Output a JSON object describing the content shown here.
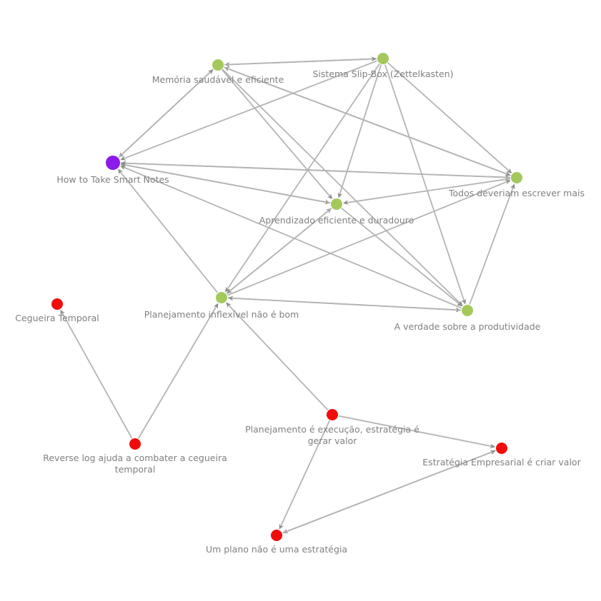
{
  "colors": {
    "edge": "#b4b4b4",
    "arrow": "#8c8c8c",
    "label": "#808080",
    "node_green": "#a3c95c",
    "node_purple": "#8a1be8",
    "node_red": "#f00c0c"
  },
  "nodes": [
    {
      "id": "memoria",
      "label": "Memória saudável e eficiente",
      "color": "#a3c95c"
    },
    {
      "id": "slipbox",
      "label": "Sistema Slip-Box (Zettelkasten)",
      "color": "#a3c95c"
    },
    {
      "id": "howto",
      "label": "How to Take Smart Notes",
      "color": "#8a1be8"
    },
    {
      "id": "todos",
      "label": "Todos deveriam escrever mais",
      "color": "#a3c95c"
    },
    {
      "id": "aprendizado",
      "label": "Aprendizado eficiente e duradouro",
      "color": "#a3c95c"
    },
    {
      "id": "planejinflex",
      "label": "Planejamento inflexível não é bom",
      "color": "#a3c95c"
    },
    {
      "id": "verdade",
      "label": "A verdade sobre a produtividade",
      "color": "#a3c95c"
    },
    {
      "id": "cegueira",
      "label": "Cegueira Temporal",
      "color": "#f00c0c"
    },
    {
      "id": "reverselog",
      "label": [
        "Reverse log ajuda a combater a cegueira",
        "temporal"
      ],
      "color": "#f00c0c"
    },
    {
      "id": "planejexec",
      "label": [
        "Planejamento é execução, estratégia é",
        "gerar valor"
      ],
      "color": "#f00c0c"
    },
    {
      "id": "estrategia",
      "label": "Estratégia Empresarial é criar valor",
      "color": "#f00c0c"
    },
    {
      "id": "umplano",
      "label": "Um plano não é uma estratégia",
      "color": "#f00c0c"
    }
  ],
  "edges": [
    {
      "from": "slipbox",
      "to": "memoria"
    },
    {
      "from": "memoria",
      "to": "slipbox"
    },
    {
      "from": "slipbox",
      "to": "howto"
    },
    {
      "from": "slipbox",
      "to": "todos"
    },
    {
      "from": "slipbox",
      "to": "aprendizado"
    },
    {
      "from": "slipbox",
      "to": "planejinflex"
    },
    {
      "from": "slipbox",
      "to": "verdade"
    },
    {
      "from": "memoria",
      "to": "howto"
    },
    {
      "from": "howto",
      "to": "memoria"
    },
    {
      "from": "memoria",
      "to": "aprendizado"
    },
    {
      "from": "memoria",
      "to": "verdade"
    },
    {
      "from": "todos",
      "to": "memoria"
    },
    {
      "from": "memoria",
      "to": "todos"
    },
    {
      "from": "howto",
      "to": "todos"
    },
    {
      "from": "todos",
      "to": "howto"
    },
    {
      "from": "howto",
      "to": "aprendizado"
    },
    {
      "from": "aprendizado",
      "to": "howto"
    },
    {
      "from": "verdade",
      "to": "howto"
    },
    {
      "from": "planejinflex",
      "to": "howto"
    },
    {
      "from": "todos",
      "to": "aprendizado"
    },
    {
      "from": "verdade",
      "to": "todos"
    },
    {
      "from": "planejinflex",
      "to": "todos"
    },
    {
      "from": "planejinflex",
      "to": "aprendizado"
    },
    {
      "from": "aprendizado",
      "to": "planejinflex"
    },
    {
      "from": "aprendizado",
      "to": "verdade"
    },
    {
      "from": "planejinflex",
      "to": "verdade"
    },
    {
      "from": "verdade",
      "to": "planejinflex"
    },
    {
      "from": "reverselog",
      "to": "cegueira"
    },
    {
      "from": "reverselog",
      "to": "planejinflex"
    },
    {
      "from": "planejexec",
      "to": "planejinflex"
    },
    {
      "from": "planejexec",
      "to": "estrategia"
    },
    {
      "from": "planejexec",
      "to": "umplano"
    },
    {
      "from": "estrategia",
      "to": "umplano"
    },
    {
      "from": "umplano",
      "to": "estrategia"
    }
  ]
}
